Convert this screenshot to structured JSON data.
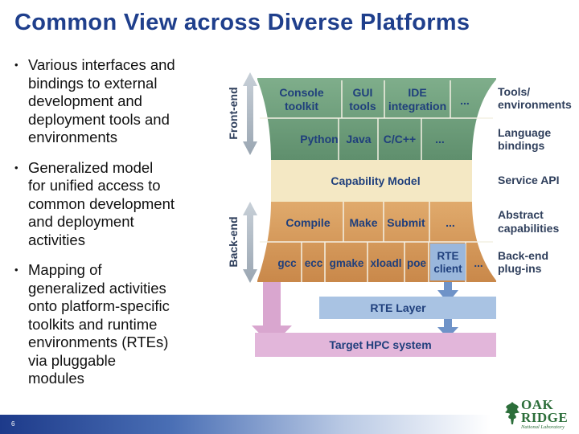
{
  "title": "Common View across Diverse Platforms",
  "bullets": [
    {
      "text": "Various interfaces and\nbindings to external\ndevelopment and\ndeployment tools and\nenvironments"
    },
    {
      "text": "Generalized model\nfor unified access to\ncommon development\nand deployment\nactivities"
    },
    {
      "text": "Mapping of\ngeneralized activities\nonto platform-specific\ntoolkits and runtime\nenvironments (RTEs)\nvia pluggable\nmodules"
    }
  ],
  "bullet_glyph": "•",
  "diagram": {
    "front_end_label": "Front-end",
    "back_end_label": "Back-end",
    "row_tools": [
      "Console toolkit",
      "GUI tools",
      "IDE integration",
      "..."
    ],
    "row_lang": [
      "Python",
      "Java",
      "C/C++",
      "..."
    ],
    "capability_model": "Capability Model",
    "row_abstract": [
      "Compile",
      "Make",
      "Submit",
      "..."
    ],
    "row_plugins": [
      "gcc",
      "ecc",
      "gmake",
      "xloadl",
      "poe",
      "RTE client",
      "..."
    ],
    "rte_layer": "RTE Layer",
    "target_hpc": "Target HPC system",
    "right_labels": {
      "tools": "Tools/ environments",
      "lang": "Language bindings",
      "service": "Service API",
      "abstract": "Abstract capabilities",
      "plugins": "Back-end plug-ins"
    },
    "colors": {
      "green": "#6e9f7c",
      "green_light": "#8dbb97",
      "tan": "#d59a55",
      "tan_light": "#e4b47d",
      "cream": "#f4e8c4",
      "blue": "#9ab7dc",
      "pink": "#d7a9cf",
      "text": "#1f3f7c"
    }
  },
  "footer": {
    "page_number": "6"
  },
  "logo": {
    "line1": "OAK",
    "line2": "RIDGE",
    "line3": "National Laboratory"
  }
}
